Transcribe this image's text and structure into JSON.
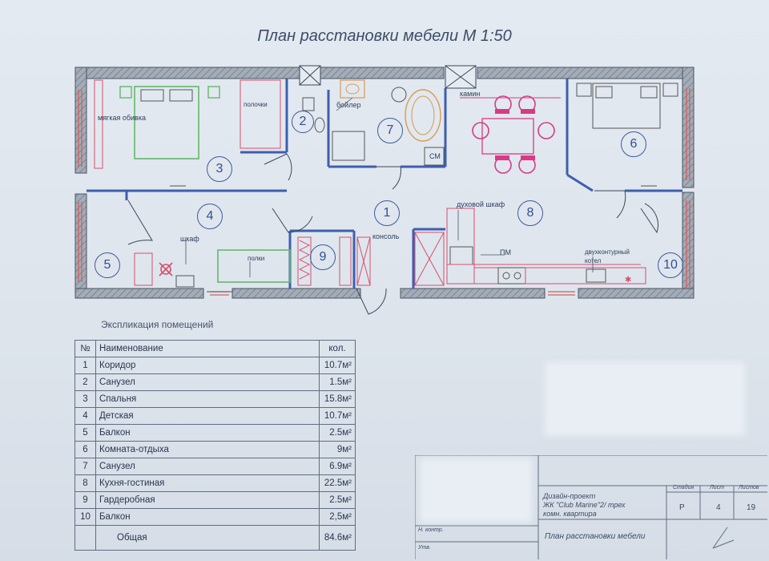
{
  "title": "План расстановки мебели М 1:50",
  "rooms": [
    "1",
    "2",
    "3",
    "4",
    "5",
    "6",
    "7",
    "8",
    "9",
    "10"
  ],
  "labels": {
    "soft_upholstery": "мягкая обивка",
    "shelves_top": "полочки",
    "boiler": "бойлер",
    "fireplace": "камин",
    "wardrobe": "шкаф",
    "shelves": "полки",
    "console": "консоль",
    "oven": "духовой шкаф",
    "dishwasher": "ПМ",
    "boiler2_line1": "двухконтурный",
    "boiler2_line2": "котел",
    "washer": "СМ"
  },
  "explication": {
    "title": "Экспликация помещений",
    "headers": [
      "№",
      "Наименование",
      "кол."
    ],
    "rows": [
      [
        "1",
        "Коридор",
        "10.7м²"
      ],
      [
        "2",
        "Санузел",
        "1.5м²"
      ],
      [
        "3",
        "Спальня",
        "15.8м²"
      ],
      [
        "4",
        "Детская",
        "10.7м²"
      ],
      [
        "5",
        "Балкон",
        "2.5м²"
      ],
      [
        "6",
        "Комната-отдыха",
        "9м²"
      ],
      [
        "7",
        "Санузел",
        "6.9м²"
      ],
      [
        "8",
        "Кухня-гостиная",
        "22.5м²"
      ],
      [
        "9",
        "Гардеробная",
        "2.5м²"
      ],
      [
        "10",
        "Балкон",
        "2,5м²"
      ]
    ],
    "total": [
      "",
      "Общая",
      "84.6м²"
    ]
  },
  "stamp": {
    "project_line1": "Дизайн-проект",
    "project_line2": "ЖК \"Club Marine\"2/ трех",
    "project_line3": "комн. квартира",
    "sheet_name": "План расстановки мебели",
    "h_stage": "Стадия",
    "h_sheet": "Лист",
    "h_sheets": "Листов",
    "stage": "Р",
    "sheet": "4",
    "sheets": "19",
    "n_control": "Н. контр.",
    "approved": "Утв."
  },
  "colors": {
    "wall": "#9aa3ae",
    "wall_edge": "#4a5566",
    "blue_line": "#3d5fae",
    "green": "#64b86a",
    "red": "#d6506d",
    "magenta": "#d63b86",
    "orange": "#d79a55"
  }
}
